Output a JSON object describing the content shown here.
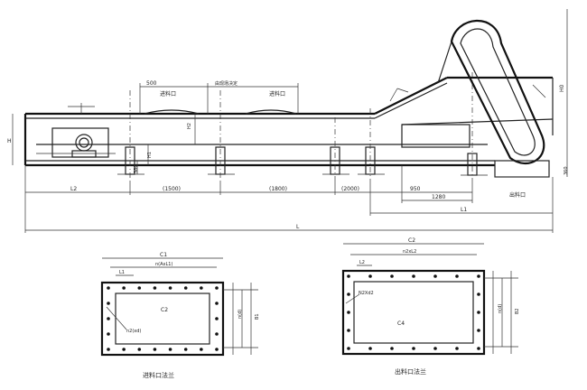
{
  "labels": {
    "feed_port": "进料口",
    "dim_500": "500",
    "dim_top_mid": "由现场决定",
    "dim_h": "H",
    "dim_h2": "H2",
    "dim_h1": "H1",
    "dim_h0": "H0",
    "dim_360": "360",
    "dim_380": "380",
    "dim_l2": "L2",
    "dim_1500": "(1500)",
    "dim_1800": "(1800)",
    "dim_2000": "(2000)",
    "dim_950": "950",
    "dim_1280": "1280",
    "dim_l1": "L1",
    "dim_l": "L",
    "discharge_port": "出料口",
    "f1_c1": "C1",
    "f1_nxl1": "n(AxL1)",
    "f1_l1": "L1",
    "f1_c2": "C2",
    "f1_nxd": "n2(xd)",
    "f1_side_a": "n(d)",
    "f1_side_b": "B1",
    "f1_caption": "进料口法兰",
    "f2_c2": "C2",
    "f2_nxl2": "n2xL2",
    "f2_l2": "L2",
    "f2_n2d2": "N2Xd2",
    "f2_c4": "C4",
    "f2_side_a": "n(d)",
    "f2_side_b": "B2",
    "f2_caption": "出料口法兰"
  }
}
